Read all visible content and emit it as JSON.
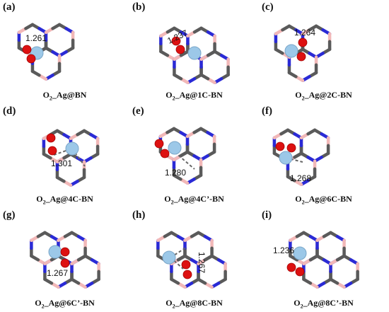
{
  "colors": {
    "carbon": "#5a5a5a",
    "boron": "#f2b8b8",
    "nitrogen": "#2a2ad6",
    "silver": "#9cc8e8",
    "oxygen": "#dd1111"
  },
  "panels": [
    {
      "label": "(a)",
      "name_main": "O",
      "name_sub": "2",
      "name_rest": "_Ag@BN",
      "bond": "1.261",
      "vertical": false
    },
    {
      "label": "(b)",
      "name_main": "O",
      "name_sub": "2",
      "name_rest": "_Ag@1C-BN",
      "bond": "1.237",
      "vertical": false
    },
    {
      "label": "(c)",
      "name_main": "O",
      "name_sub": "2",
      "name_rest": "_Ag@2C-BN",
      "bond": "1.264",
      "vertical": false
    },
    {
      "label": "(d)",
      "name_main": "O",
      "name_sub": "2",
      "name_rest": "_Ag@4C-BN",
      "bond": "1.301",
      "vertical": false
    },
    {
      "label": "(e)",
      "name_main": "O",
      "name_sub": "2",
      "name_rest": "_Ag@4C’-BN",
      "bond": "1.280",
      "vertical": false
    },
    {
      "label": "(f)",
      "name_main": "O",
      "name_sub": "2",
      "name_rest": "_Ag@6C-BN",
      "bond": "1.268",
      "vertical": false
    },
    {
      "label": "(g)",
      "name_main": "O",
      "name_sub": "2",
      "name_rest": "_Ag@6C’-BN",
      "bond": "1.267",
      "vertical": false
    },
    {
      "label": "(h)",
      "name_main": "O",
      "name_sub": "2",
      "name_rest": "_Ag@8C-BN",
      "bond": "1.267",
      "vertical": true
    },
    {
      "label": "(i)",
      "name_main": "O",
      "name_sub": "2",
      "name_rest": "_Ag@8C’-BN",
      "bond": "1.236",
      "vertical": false
    }
  ]
}
